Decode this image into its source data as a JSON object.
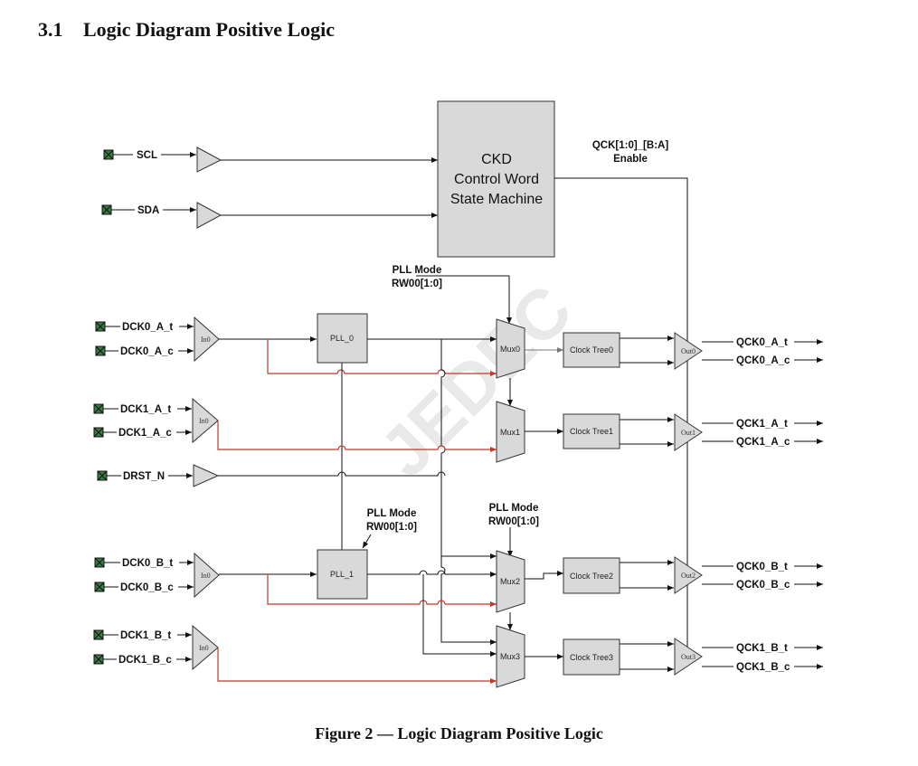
{
  "section": {
    "number": "3.1",
    "title": "Logic Diagram Positive Logic"
  },
  "caption": "Figure 2 — Logic Diagram Positive Logic",
  "watermark": "JEDEC",
  "state_machine": {
    "line1": "CKD",
    "line2": "Control Word",
    "line3": "State Machine"
  },
  "enable_label": {
    "line1": "QCK[1:0]_[B:A]",
    "line2": "Enable"
  },
  "pll_mode_label": {
    "line1": "PLL Mode",
    "line2": "RW00[1:0]"
  },
  "inputs": {
    "scl": "SCL",
    "sda": "SDA",
    "dck0_a_t": "DCK0_A_t",
    "dck0_a_c": "DCK0_A_c",
    "dck1_a_t": "DCK1_A_t",
    "dck1_a_c": "DCK1_A_c",
    "drst_n": "DRST_N",
    "dck0_b_t": "DCK0_B_t",
    "dck0_b_c": "DCK0_B_c",
    "dck1_b_t": "DCK1_B_t",
    "dck1_b_c": "DCK1_B_c"
  },
  "outputs": {
    "qck0_a_t": "QCK0_A_t",
    "qck0_a_c": "QCK0_A_c",
    "qck1_a_t": "QCK1_A_t",
    "qck1_a_c": "QCK1_A_c",
    "qck0_b_t": "QCK0_B_t",
    "qck0_b_c": "QCK0_B_c",
    "qck1_b_t": "QCK1_B_t",
    "qck1_b_c": "QCK1_B_c"
  },
  "blocks": {
    "pll0": "PLL_0",
    "pll1": "PLL_1",
    "mux0": "Mux0",
    "mux1": "Mux1",
    "mux2": "Mux2",
    "mux3": "Mux3",
    "tree0": "Clock Tree0",
    "tree1": "Clock Tree1",
    "tree2": "Clock Tree2",
    "tree3": "Clock Tree3",
    "in0": "In0",
    "out0": "Out0",
    "out1": "Out1",
    "out2": "Out2",
    "out3": "Out3"
  },
  "colors": {
    "block_fill": "#d9d9d9",
    "bypass_wire": "#c0392b",
    "pin_fill": "#3a7d44"
  }
}
